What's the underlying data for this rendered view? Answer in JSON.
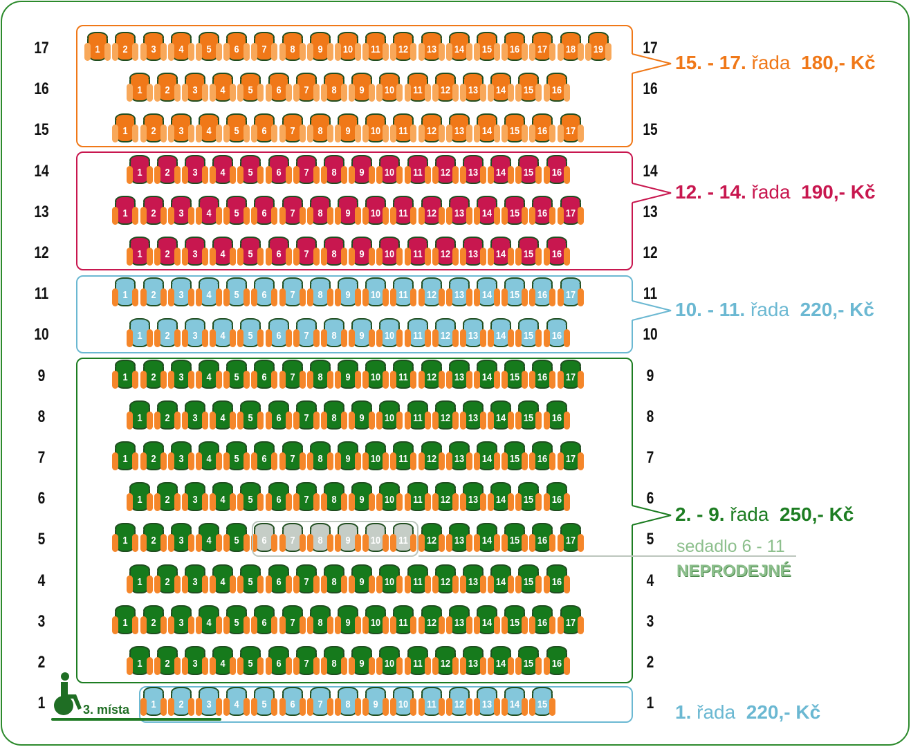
{
  "tiers": {
    "orange": {
      "color": "#f07818",
      "arm": "#f8a85a",
      "border": "#f07818",
      "label_rows": "15. - 17.",
      "label_word": "řada",
      "label_price": "180,- Kč"
    },
    "pink": {
      "color": "#c8174f",
      "arm": "#f5862a",
      "border": "#c8174f",
      "label_rows": "12. - 14.",
      "label_word": "řada",
      "label_price": "190,- Kč"
    },
    "blue": {
      "color": "#84c7db",
      "arm": "#f5862a",
      "border": "#6bb8d2",
      "label_rows": "10. - 11.",
      "label_word": "řada",
      "label_price": "220,- Kč"
    },
    "green": {
      "color": "#167a1c",
      "arm": "#f5862a",
      "border": "#1d7d22",
      "label_rows": "2. - 9.",
      "label_word": "řada",
      "label_price": "250,- Kč"
    },
    "blue1": {
      "color": "#84c7db",
      "arm": "#f5862a",
      "border": "#6bb8d2",
      "label_rows": "1.",
      "label_word": "řada",
      "label_price": "220,- Kč"
    }
  },
  "unsold_color": "#c5cdc6",
  "rows": [
    {
      "row": 17,
      "seats": 19,
      "tier": "orange"
    },
    {
      "row": 16,
      "seats": 16,
      "tier": "orange"
    },
    {
      "row": 15,
      "seats": 17,
      "tier": "orange"
    },
    {
      "row": 14,
      "seats": 16,
      "tier": "pink"
    },
    {
      "row": 13,
      "seats": 17,
      "tier": "pink"
    },
    {
      "row": 12,
      "seats": 16,
      "tier": "pink"
    },
    {
      "row": 11,
      "seats": 17,
      "tier": "blue"
    },
    {
      "row": 10,
      "seats": 16,
      "tier": "blue"
    },
    {
      "row": 9,
      "seats": 17,
      "tier": "green"
    },
    {
      "row": 8,
      "seats": 16,
      "tier": "green"
    },
    {
      "row": 7,
      "seats": 17,
      "tier": "green"
    },
    {
      "row": 6,
      "seats": 16,
      "tier": "green"
    },
    {
      "row": 5,
      "seats": 17,
      "tier": "green",
      "unsold": [
        6,
        7,
        8,
        9,
        10,
        11
      ]
    },
    {
      "row": 4,
      "seats": 16,
      "tier": "green"
    },
    {
      "row": 3,
      "seats": 17,
      "tier": "green"
    },
    {
      "row": 2,
      "seats": 16,
      "tier": "green"
    },
    {
      "row": 1,
      "seats": 15,
      "tier": "blue1"
    }
  ],
  "unsold_note": {
    "line1": "sedadlo 6 - 11",
    "line2": "NEPRODEJNÉ"
  },
  "wheelchair": {
    "label": "3. místa"
  }
}
